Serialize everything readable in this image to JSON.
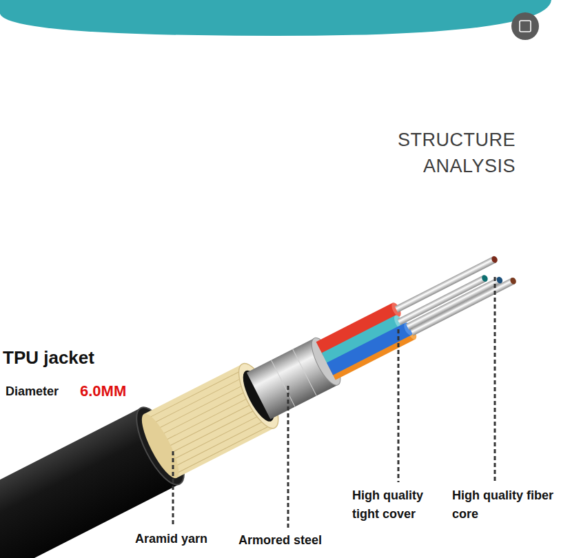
{
  "diagram": {
    "title": "STRUCTURE ANALYSIS",
    "labels": [
      "TPU jacket",
      "Diameter",
      "6.0MM",
      "Aramid yarn",
      "Armored steel",
      "High quality tight cover",
      "High quality fiber core"
    ]
  }
}
